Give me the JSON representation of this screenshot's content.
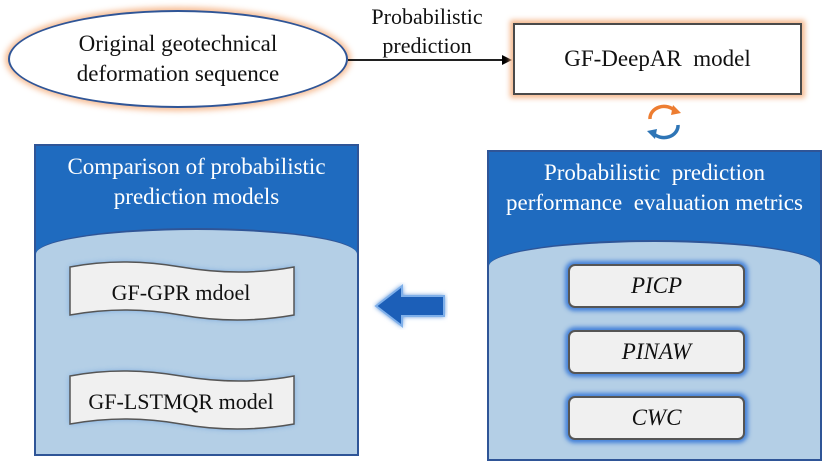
{
  "source": {
    "line1": "Original geotechnical",
    "line2": "deformation sequence"
  },
  "flow_label": {
    "line1": "Probabilistic",
    "line2": "prediction"
  },
  "model": {
    "label": "GF-DeepAR  model"
  },
  "comparison_panel": {
    "title_line1": "Comparison of probabilistic",
    "title_line2": "prediction models",
    "items": [
      "GF-GPR mdoel",
      "GF-LSTMQR model"
    ]
  },
  "metrics_panel": {
    "title_line1": "Probabilistic  prediction",
    "title_line2": "performance  evaluation metrics",
    "items": [
      "PICP",
      "PINAW",
      "CWC"
    ]
  },
  "colors": {
    "panel_header": "#1f6bbf",
    "panel_body": "#b4cfe6",
    "outline": "#2f5597",
    "orange_glow": "#f4b183",
    "cycle_orange": "#ed7d31",
    "cycle_blue": "#2e75b6"
  }
}
